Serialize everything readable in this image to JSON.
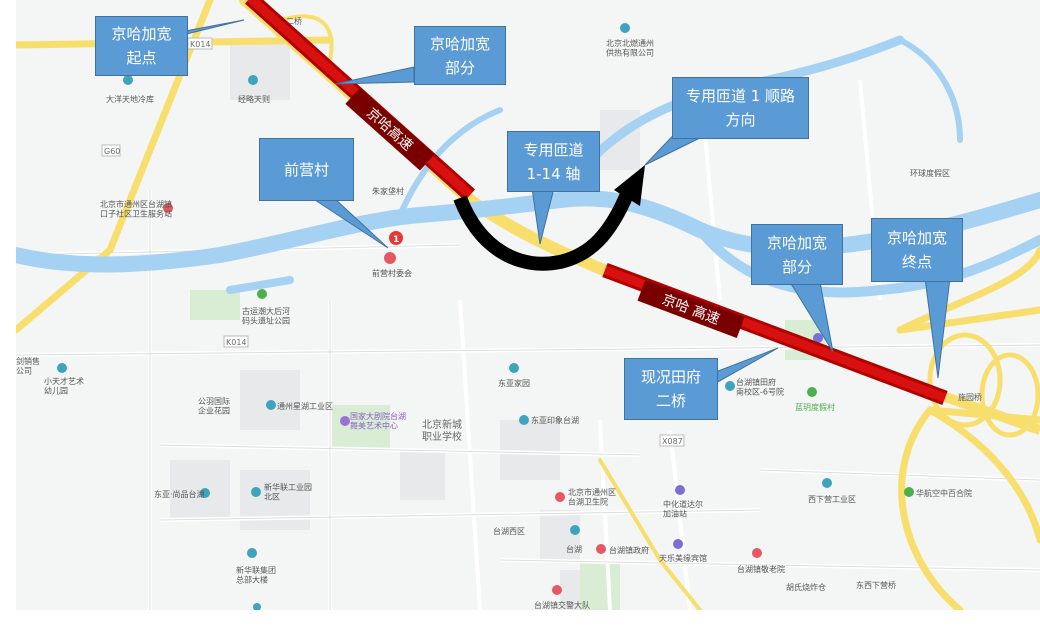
{
  "map": {
    "road_codes": {
      "k014_top": "K014",
      "k014_mid": "K014",
      "g_left": "G60",
      "x087": "X087"
    },
    "places": {
      "tianqiao": "二桥",
      "jingqingtianze": "经略天则",
      "dayang": "大洋天地冷库",
      "beijing_heating": "北京北燃通州\n供热有限公司",
      "huanqiu": "环球度假区",
      "taihu_station": "北京市通州区台湖镇\n口子社区卫生服务站",
      "zhujiayu": "朱家垡村",
      "qianying_committee": "前营村委会",
      "canal_park": "古运潮大后河\n码头遗址公园",
      "left_store": "剑销售\n公司",
      "kindergarten": "小天才艺术\n幼儿园",
      "tongzhou_park": "通州星湖工业区",
      "yuyi": "公羽国际\n企业花园",
      "theatre": "国家大剧院台湖\n舞美艺术中心",
      "vocational": "北京新城\n职业学校",
      "dongya_home": "东亚家园",
      "dongya_yinxiang": "东亚印象台湖",
      "tianfu_school": "台湖镇田府\n南校区-6号院",
      "lantian": "蓝玥度假村",
      "shiyuan_bridge": "施园桥",
      "xixiaying": "西下营工业区",
      "huahangkong": "华航空中百合院",
      "dongya_shanghai": "东亚·尚品台湖",
      "xinhualian": "新华联工业园\n北区",
      "xinhualian_group": "新华联集团\n总部大楼",
      "taihu_clinic": "北京市通州区\n台湖卫生院",
      "sinopec": "中化道达尔\n加油站",
      "taihu_west": "台湖西区",
      "taihu": "台湖",
      "taihu_gov": "台湖镇政府",
      "tianle_hotel": "天乐美缘宾馆",
      "taihu_elder": "台湖镇敬老院",
      "hushi": "胡氏烧炸仓",
      "dongxixia_bridge": "东西下营桥",
      "traffic_brigade": "台湖镇交警大队"
    },
    "qianying_marker_number": "1"
  },
  "highway_labels": {
    "upper": "京哈高速",
    "lower": "京哈 高速"
  },
  "callouts": {
    "start": "京哈加宽\n起点",
    "widen_upper": "京哈加宽\n部分",
    "ramp_direction": "专用匝道 1 顺路\n方向",
    "ramp_axis": "专用匝道\n1-14 轴",
    "qianying": "前营村",
    "widen_lower": "京哈加宽\n部分",
    "end": "京哈加宽\n终点",
    "tianfu_bridge": "现况田府\n二桥"
  }
}
